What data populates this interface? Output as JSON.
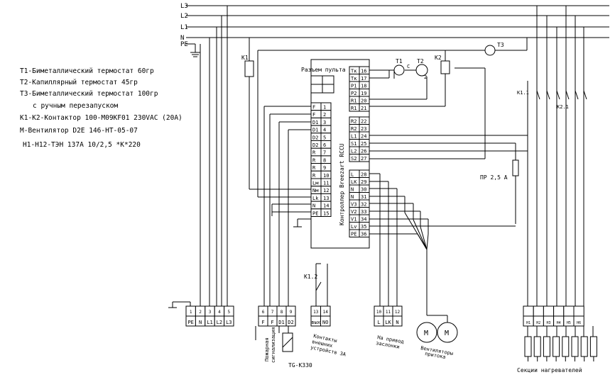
{
  "bus_labels": {
    "l3": "L3",
    "l2": "L2",
    "l1": "L1",
    "n": "N",
    "pe": "PE"
  },
  "legend": [
    "T1-Биметаллический термостат 60гр",
    "T2-Капиллярный термостат 45гр",
    "T3-Биметаллический термостат 100гр",
    "с ручным перезапуском",
    "K1-K2-Контактор 100-M09KF01  230VAC (20A)",
    "M-Вентилятор D2E 146-HT-05-07",
    "H1-H12-ТЭН 137А 10/2,5 *K*220"
  ],
  "controller": {
    "title": "Контроллер Breezart RCCU",
    "connector_label": "Разъем пульта",
    "left_terminals": [
      {
        "name": "F",
        "num": "1"
      },
      {
        "name": "F",
        "num": "2"
      },
      {
        "name": "D1",
        "num": "3"
      },
      {
        "name": "D1",
        "num": "4"
      },
      {
        "name": "D2",
        "num": "5"
      },
      {
        "name": "D2",
        "num": "6"
      },
      {
        "name": "R",
        "num": "7"
      },
      {
        "name": "R",
        "num": "8"
      },
      {
        "name": "R",
        "num": "9"
      },
      {
        "name": "R",
        "num": "10"
      },
      {
        "name": "Lм",
        "num": "11"
      },
      {
        "name": "Nм",
        "num": "12"
      },
      {
        "name": "Lk",
        "num": "13"
      },
      {
        "name": "N",
        "num": "14"
      },
      {
        "name": "PE",
        "num": "15"
      }
    ],
    "right_top": [
      {
        "name": "Tк",
        "num": "16"
      },
      {
        "name": "Tк",
        "num": "17"
      },
      {
        "name": "P1",
        "num": "18"
      },
      {
        "name": "P2",
        "num": "19"
      },
      {
        "name": "R1",
        "num": "20"
      },
      {
        "name": "R1",
        "num": "21"
      }
    ],
    "right_mid": [
      {
        "name": "R2",
        "num": "22"
      },
      {
        "name": "R2",
        "num": "23"
      },
      {
        "name": "L1",
        "num": "24"
      },
      {
        "name": "S1",
        "num": "25"
      },
      {
        "name": "L2",
        "num": "26"
      },
      {
        "name": "S2",
        "num": "27"
      }
    ],
    "right_bottom": [
      {
        "name": "L",
        "num": "28"
      },
      {
        "name": "LK",
        "num": "29"
      },
      {
        "name": "N",
        "num": "30"
      },
      {
        "name": "N",
        "num": "31"
      },
      {
        "name": "V3",
        "num": "32"
      },
      {
        "name": "V2",
        "num": "33"
      },
      {
        "name": "V1",
        "num": "34"
      },
      {
        "name": "Lv",
        "num": "35"
      },
      {
        "name": "PE",
        "num": "36"
      }
    ]
  },
  "components": {
    "t1": "T1",
    "t2": "T2",
    "t3": "T3",
    "k1": "K1",
    "k2": "K2",
    "k1_1": "K1.1",
    "k2_1": "K2.1",
    "k1_2": "K1.2",
    "c": "C",
    "two": "2",
    "fuse": "ПР 2,5  А",
    "motor": "M"
  },
  "terminal_blocks": {
    "power": {
      "nums": [
        "1",
        "2",
        "3",
        "4",
        "5"
      ],
      "labels": [
        "PE",
        "N",
        "L1",
        "L2",
        "L3"
      ]
    },
    "fire": {
      "nums": [
        "6",
        "7",
        "8",
        "9"
      ],
      "labels": [
        "F",
        "F",
        "D1",
        "D2"
      ]
    },
    "ext": {
      "nums": [
        "13",
        "14"
      ],
      "labels": [
        "вых",
        "NO"
      ]
    },
    "damper": {
      "nums": [
        "10",
        "11",
        "12"
      ],
      "labels": [
        "L",
        "LK",
        "N"
      ]
    },
    "heater": {
      "labels": [
        "H1",
        "H2",
        "H3",
        "H4",
        "H5",
        "H6"
      ]
    }
  },
  "captions": {
    "fire": [
      "Пожарная",
      "сигнализация"
    ],
    "tg": "TG-K330",
    "ext": [
      "Контакты",
      "внешних",
      "устройств 3A"
    ],
    "damper": [
      "На привод",
      "заслонки"
    ],
    "fans": [
      "Вентиляторы",
      "притока"
    ],
    "heaters": "Секции нагревателей"
  }
}
